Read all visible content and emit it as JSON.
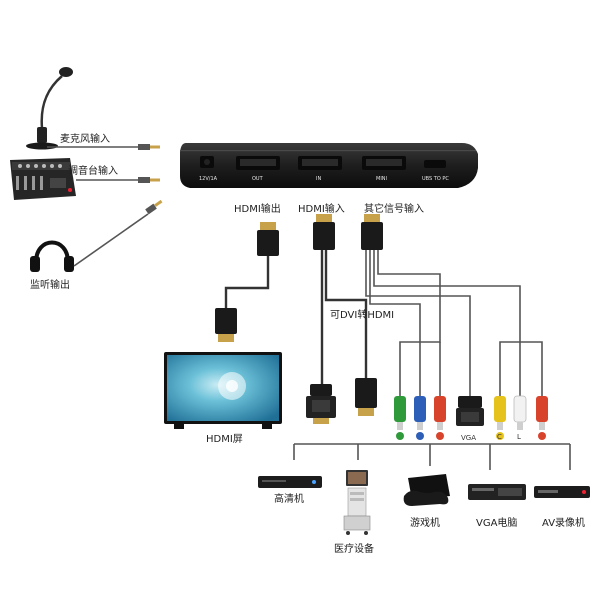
{
  "device": {
    "ports": {
      "power": "12V/1A",
      "out": "OUT",
      "in": "IN",
      "mini": "MINI",
      "usb": "UBS TO PC"
    }
  },
  "labels": {
    "mic_input": "麦克风输入",
    "mixer_input": "调音台输入",
    "monitor_output": "监听输出",
    "hdmi_output": "HDMI输出",
    "hdmi_input": "HDMI输入",
    "other_input": "其它信号输入",
    "dvi_to_hdmi": "可DVI转HDMI",
    "hdmi_screen": "HDMI屏",
    "vga": "VGA",
    "audio_c": "C",
    "audio_l": "L"
  },
  "sources": {
    "hd_player": "高清机",
    "medical": "医疗设备",
    "game_console": "游戏机",
    "vga_pc": "VGA电脑",
    "av_recorder": "AV录像机"
  },
  "colors": {
    "rca_green": "#2f9a3a",
    "rca_blue": "#2e5fb8",
    "rca_red": "#d8432c",
    "rca_yellow": "#e6c21d",
    "rca_white": "#f2f2f2",
    "device_body": "#1e1e1e",
    "port_fill": "#0a0a0a",
    "tv_screen": "#2f8fb0"
  }
}
